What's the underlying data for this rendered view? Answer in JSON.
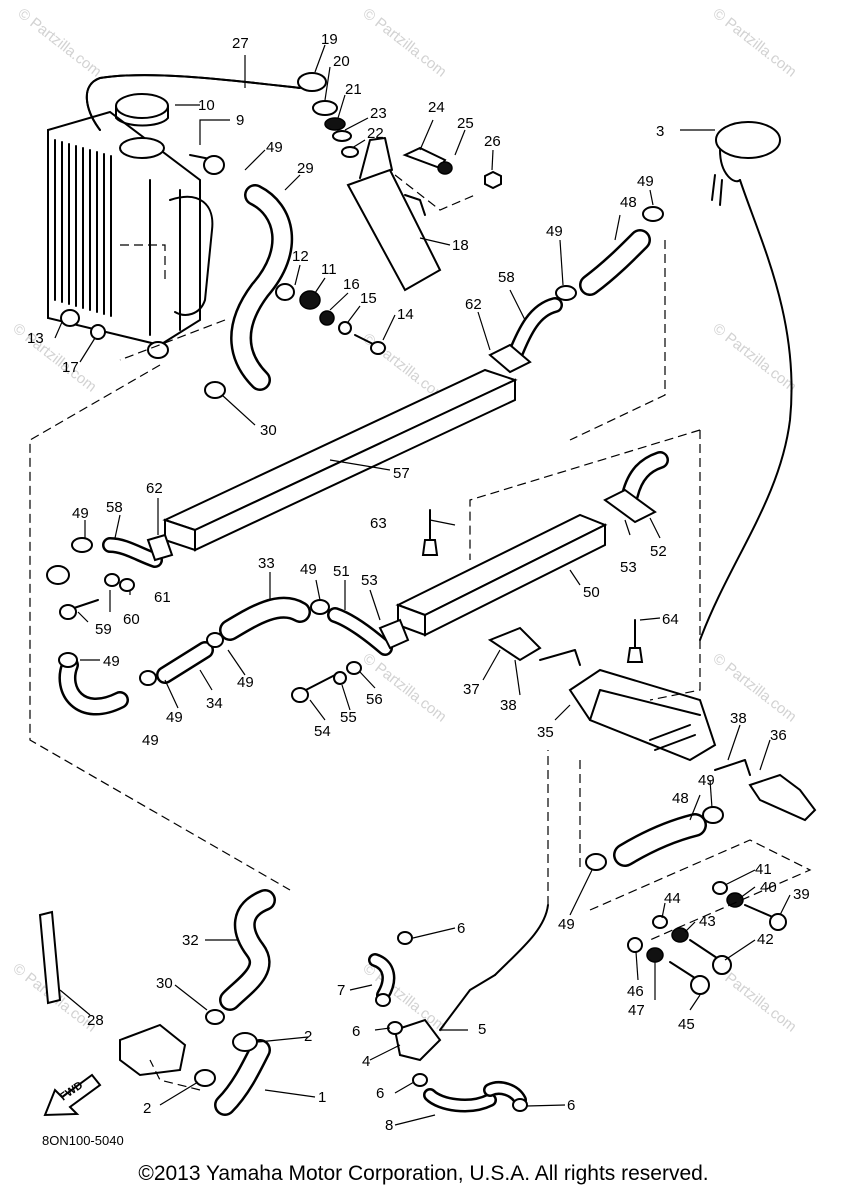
{
  "diagram": {
    "diagram_code": "8ON100-5040",
    "copyright": "©2013 Yamaha Motor Corporation, U.S.A. All rights reserved.",
    "watermark": "© Partzilla.com",
    "direction_label": "FWD",
    "callouts": [
      "1",
      "2",
      "2",
      "3",
      "4",
      "5",
      "6",
      "6",
      "6",
      "6",
      "7",
      "8",
      "9",
      "10",
      "11",
      "12",
      "13",
      "14",
      "15",
      "16",
      "17",
      "18",
      "19",
      "20",
      "21",
      "22",
      "23",
      "24",
      "25",
      "26",
      "27",
      "28",
      "29",
      "30",
      "30",
      "32",
      "33",
      "34",
      "35",
      "36",
      "37",
      "38",
      "38",
      "39",
      "40",
      "41",
      "42",
      "43",
      "44",
      "45",
      "46",
      "47",
      "48",
      "48",
      "49",
      "49",
      "49",
      "49",
      "49",
      "49",
      "49",
      "49",
      "49",
      "49",
      "49",
      "50",
      "51",
      "52",
      "53",
      "53",
      "54",
      "55",
      "56",
      "57",
      "58",
      "58",
      "59",
      "60",
      "61",
      "62",
      "62",
      "63",
      "64"
    ]
  }
}
